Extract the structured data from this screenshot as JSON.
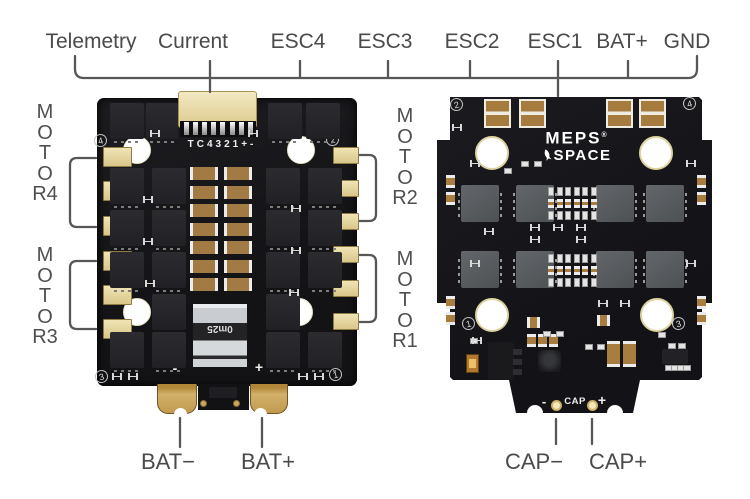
{
  "annotations": {
    "top_labels": [
      "Telemetry",
      "Current",
      "ESC4",
      "ESC3",
      "ESC2",
      "ESC1",
      "BAT+",
      "GND"
    ],
    "motor_labels": {
      "motor4": "MOTOR4",
      "motor3": "MOTOR3",
      "motor2": "MOTOR2",
      "motor1": "MOTOR1"
    },
    "bat_neg": "BAT−",
    "bat_pos": "BAT+",
    "cap_neg": "CAP−",
    "cap_pos": "CAP+"
  },
  "left_board": {
    "connector_marking": "TC4321+-",
    "shunt_marking": "0m25",
    "polarity_neg": "-",
    "polarity_pos": "+",
    "corner_numbers": {
      "top_left": "4",
      "top_right": "2",
      "bottom_left": "3",
      "bottom_right": "1"
    }
  },
  "right_board": {
    "logo_line1": "MEPS",
    "logo_registered": "®",
    "logo_line2": "SPACE",
    "cap_marking": "CAP",
    "cap_neg_mark": "-",
    "cap_pos_mark": "+",
    "corner_numbers": {
      "top_left": "2",
      "top_right": "4",
      "bottom_left": "1",
      "bottom_right": "3"
    }
  },
  "colors": {
    "line": "#575757",
    "label": "#4a4a4a",
    "board": "#17171a",
    "pad_gold": "#e5d6a2",
    "tab_gold": "#c7a258",
    "bronze": "#a17a44"
  }
}
